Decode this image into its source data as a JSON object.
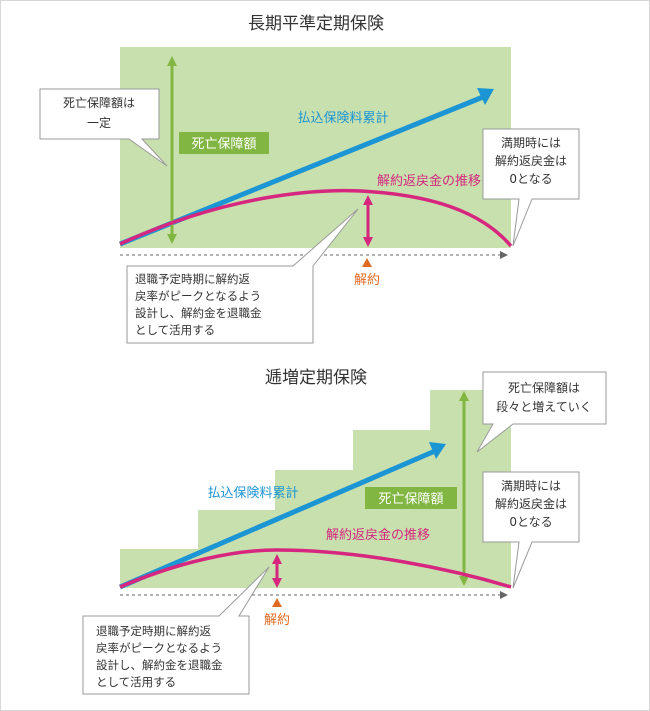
{
  "colors": {
    "green_area": "#c8dfae",
    "green_arrow": "#82b642",
    "blue_arrow": "#1b95d3",
    "pink_curve": "#d6267f",
    "orange_marker": "#e06a22"
  },
  "diagram1": {
    "title": "長期平準定期保険",
    "premium_label": "払込保険料累計",
    "death_benefit_badge": "死亡保障額",
    "surrender_value_label": "解約返戻金の推移",
    "surrender_label": "解約",
    "callout_death": [
      "死亡保障額は",
      "一定"
    ],
    "callout_maturity": [
      "満期時には",
      "解約返戻金は",
      "0となる"
    ],
    "callout_retirement": [
      "退職予定時期に解約返",
      "戻率がピークとなるよう",
      "設計し、解約金を退職金",
      "として活用する"
    ]
  },
  "diagram2": {
    "title": "逓増定期保険",
    "premium_label": "払込保険料累計",
    "death_benefit_badge": "死亡保障額",
    "surrender_value_label": "解約返戻金の推移",
    "surrender_label": "解約",
    "callout_death": [
      "死亡保障額は",
      "段々と増えていく"
    ],
    "callout_maturity": [
      "満期時には",
      "解約返戻金は",
      "0となる"
    ],
    "callout_retirement": [
      "退職予定時期に解約返",
      "戻率がピークとなるよう",
      "設計し、解約金を退職金",
      "として活用する"
    ]
  }
}
